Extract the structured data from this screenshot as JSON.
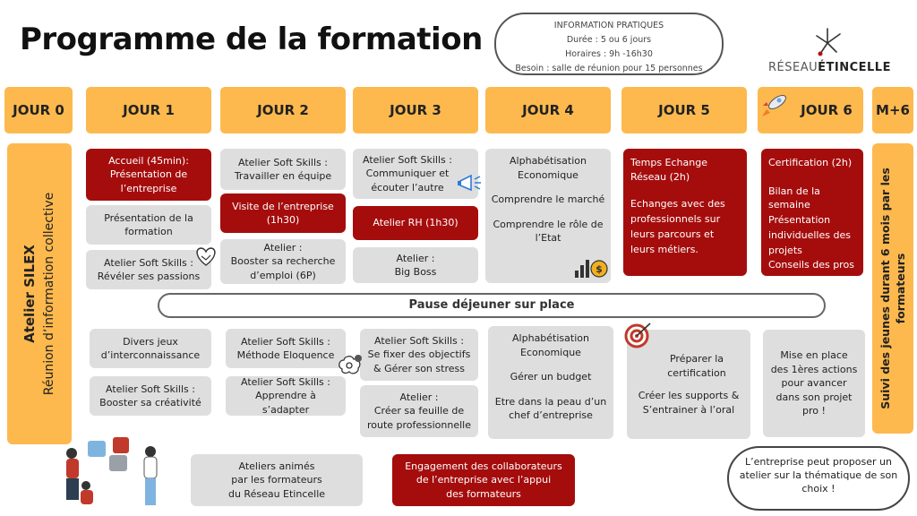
{
  "title": "Programme de la formation",
  "info": {
    "heading": "INFORMATION PRATIQUES",
    "duree": "Durée : 5 ou 6 jours",
    "horaires": "Horaires : 9h -16h30",
    "besoin": "Besoin : salle de réunion pour 15 personnes"
  },
  "logo": {
    "part1": "RÉSEAU",
    "part2": "ÉTINCELLE"
  },
  "days": [
    "JOUR 0",
    "JOUR 1",
    "JOUR 2",
    "JOUR 3",
    "JOUR 4",
    "JOUR 5",
    "JOUR 6",
    "M+6"
  ],
  "jour0": {
    "line1": "Atelier SILEX",
    "line2": "Réunion d’information collective"
  },
  "m6": {
    "line1": "Suivi des jeunes durant 6 mois par les",
    "line2": "formateurs"
  },
  "morning": {
    "j1": [
      "Accueil (45min):\nPrésentation de l’entreprise",
      "Présentation de la formation",
      "Atelier Soft Skills :\nRévéler ses passions"
    ],
    "j2": [
      "Atelier Soft Skills :\nTravailler en équipe",
      "Visite de l’entreprise\n(1h30)",
      "Atelier :\nBooster sa recherche d’emploi (6P)"
    ],
    "j3": [
      "Atelier Soft Skills :\nCommuniquer et écouter l’autre",
      "Atelier RH (1h30)",
      "Atelier :\nBig Boss"
    ],
    "j4": [
      "Alphabétisation Economique",
      "Comprendre le marché",
      "Comprendre le rôle de l’Etat"
    ],
    "j5": [
      "Temps Echange Réseau (2h)",
      "Echanges avec des professionnels sur leurs parcours et leurs métiers."
    ],
    "j6": [
      "Certification (2h)",
      "Bilan de la semaine",
      "Présentation individuelles des projets",
      "Conseils des pros"
    ]
  },
  "pause": "Pause déjeuner sur place",
  "afternoon": {
    "j1": [
      "Divers jeux d’interconnaissance",
      "Atelier Soft Skills :\nBooster sa créativité"
    ],
    "j2": [
      "Atelier Soft Skills :\nMéthode Eloquence",
      "Atelier Soft Skills :\nApprendre à s’adapter"
    ],
    "j3": [
      "Atelier Soft Skills :\nSe fixer des objectifs & Gérer son stress",
      "Atelier :\nCréer sa feuille de route professionnelle"
    ],
    "j4": [
      "Alphabétisation Economique",
      "Gérer un budget",
      "Etre dans la peau d’un chef d’entreprise"
    ],
    "j5": [
      "Préparer la certification",
      "Créer les supports & S’entrainer à l’oral"
    ],
    "j6": [
      "Mise en place des 1ères actions pour avancer dans son projet pro !"
    ]
  },
  "legend": {
    "grey": "Ateliers animés\npar les formateurs\ndu Réseau Etincelle",
    "red": "Engagement des collaborateurs de l’entreprise avec l’appui\ndes formateurs"
  },
  "note": "L’entreprise peut proposer un atelier sur la thématique de son choix !",
  "colors": {
    "orange": "#fdb94e",
    "red": "#a50d0d",
    "grey": "#dedede"
  }
}
